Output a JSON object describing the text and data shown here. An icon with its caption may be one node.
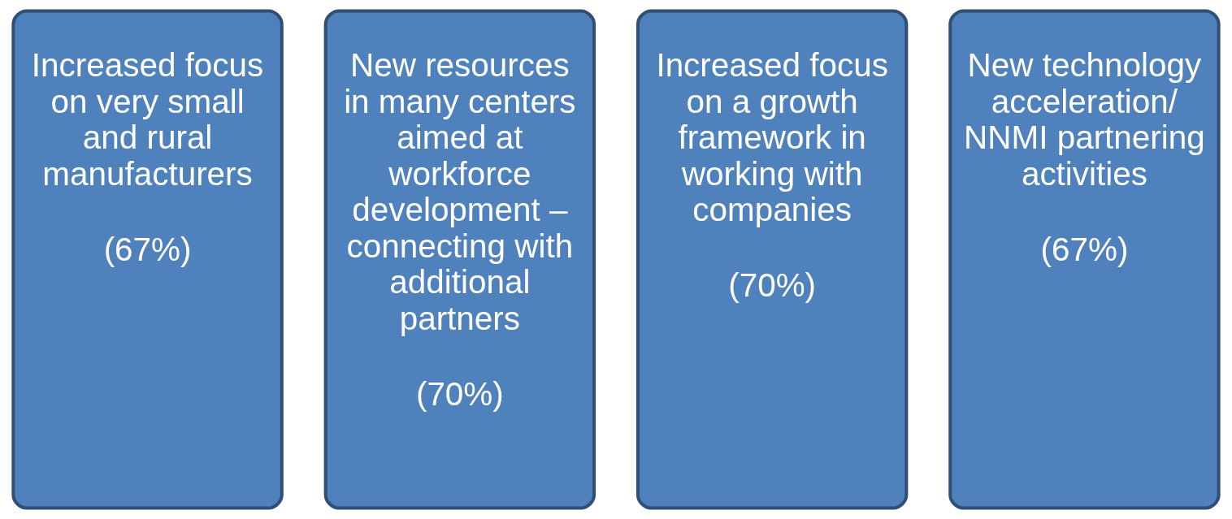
{
  "diagram": {
    "nodes": [
      {
        "text": [
          "Increased focus on very small and rural manufacturers",
          "(67%)"
        ]
      },
      {
        "text": [
          "New resources in many centers aimed at workforce development – connecting with additional partners",
          "(70%)"
        ]
      },
      {
        "text": [
          "Increased focus on a growth framework in working with companies",
          "(70%)"
        ]
      },
      {
        "text": [
          "New technology acceleration/ NNMI partnering activities",
          "(67%)"
        ]
      }
    ]
  }
}
